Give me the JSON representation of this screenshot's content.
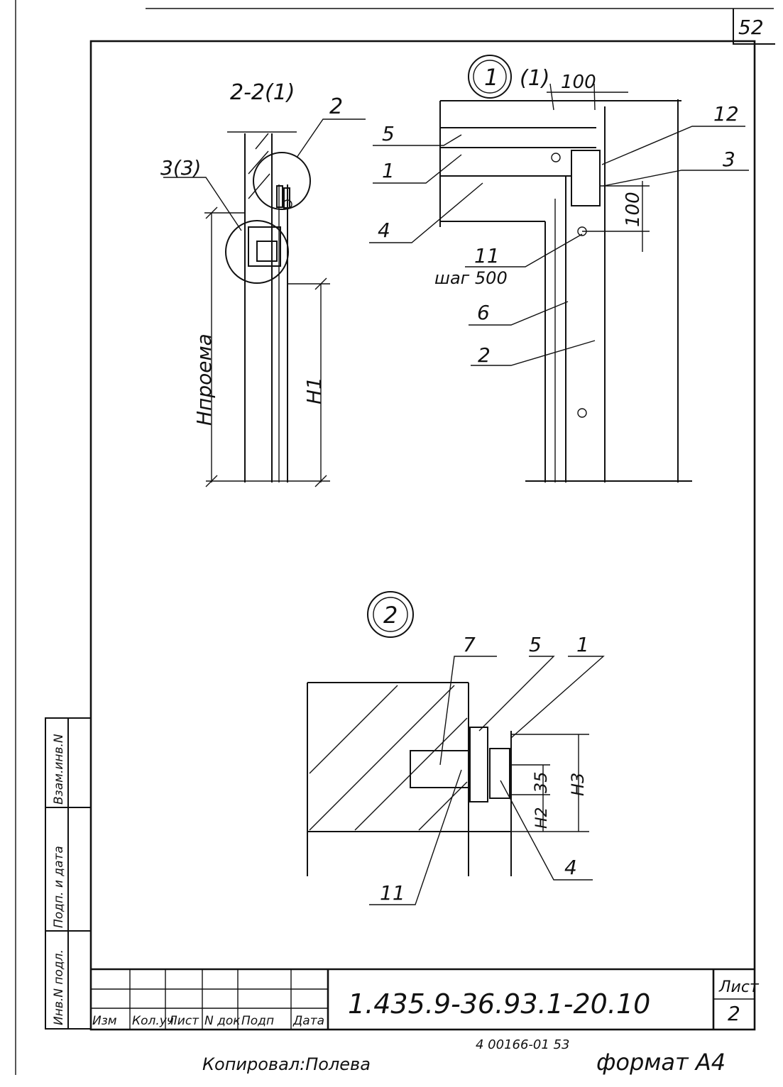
{
  "page_number": "52",
  "section_2_2": {
    "title": "2-2(1)",
    "callout_2": "2",
    "callout_3": "3(3)",
    "dim_opening": "Hпроема",
    "dim_h1": "H1"
  },
  "detail_1": {
    "marker": "1",
    "ref": "(1)",
    "dim_top": "100",
    "dim_side": "100",
    "labels": {
      "l5": "5",
      "l1": "1",
      "l4": "4",
      "l11": "11",
      "step": "шаг 500",
      "l6": "6",
      "l2": "2",
      "l12": "12",
      "l3": "3"
    }
  },
  "detail_2": {
    "marker": "2",
    "labels": {
      "l7": "7",
      "l5": "5",
      "l1": "1",
      "l4": "4",
      "l11": "11"
    },
    "dims": {
      "d35": "35",
      "h2": "H2",
      "h3": "H3"
    }
  },
  "side_stamp": {
    "inv_no": "Инв.N подл.",
    "sign_date": "Подп. и дата",
    "replace_inv": "Взам.инв.N"
  },
  "title_block": {
    "headers": [
      "Изм",
      "Кол.уч",
      "Лист",
      "N док",
      "Подп",
      "Дата"
    ],
    "doc_code": "1.435.9-36.93.1-20.10",
    "sheet_label": "Лист",
    "sheet_no": "2"
  },
  "footer": {
    "order_no": "4 00166-01 53",
    "copied": "Копировал:Полева",
    "format": "формат А4"
  }
}
